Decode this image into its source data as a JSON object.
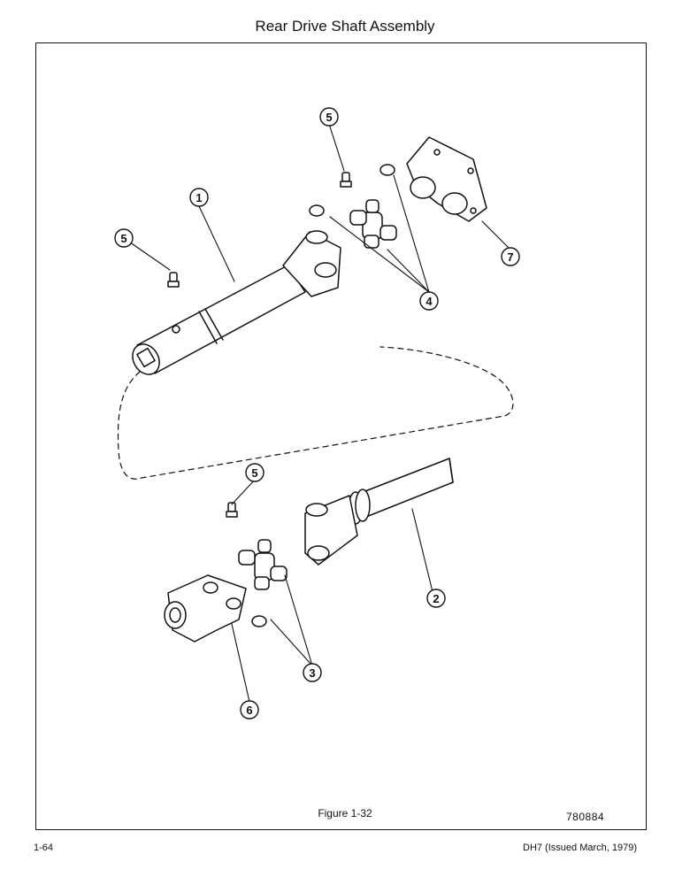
{
  "title": "Rear Drive Shaft Assembly",
  "figure": {
    "caption": "Figure 1-32",
    "code": "780884"
  },
  "footer": {
    "page_number": "1-64",
    "issue": "DH7 (Issued March, 1979)"
  },
  "callouts": {
    "c1": "1",
    "c2": "2",
    "c3": "3",
    "c4": "4",
    "c5a": "5",
    "c5b": "5",
    "c5c": "5",
    "c6": "6",
    "c7": "7"
  },
  "parts": [
    "drive-shaft-tube",
    "slip-shaft-yoke",
    "universal-joint-cross",
    "snap-ring",
    "grease-fitting",
    "end-yoke",
    "flange-yoke"
  ]
}
